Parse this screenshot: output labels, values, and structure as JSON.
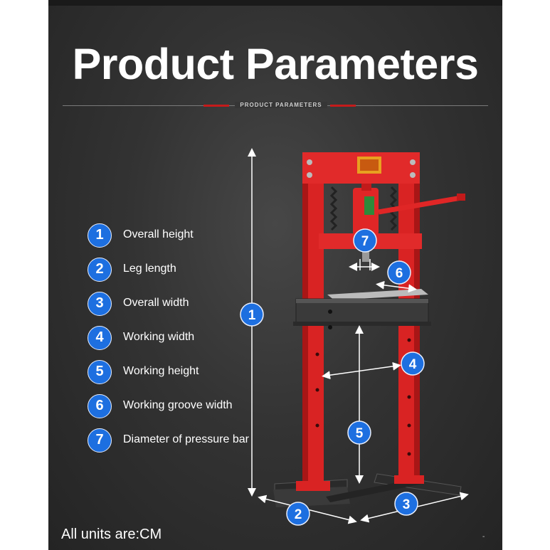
{
  "title": "Product Parameters",
  "subtitle": "PRODUCT PARAMETERS",
  "legend": [
    {
      "num": "1",
      "label": "Overall height"
    },
    {
      "num": "2",
      "label": "Leg length"
    },
    {
      "num": "3",
      "label": "Overall width"
    },
    {
      "num": "4",
      "label": "Working width"
    },
    {
      "num": "5",
      "label": "Working height"
    },
    {
      "num": "6",
      "label": "Working groove width"
    },
    {
      "num": "7",
      "label": "Diameter of pressure bar"
    }
  ],
  "units_note": "All units are:CM",
  "corner_mark": "-",
  "colors": {
    "badge": "#1d6fe0",
    "frame": "#d92323",
    "accent_line": "#c51b1b",
    "background": "#333333"
  }
}
